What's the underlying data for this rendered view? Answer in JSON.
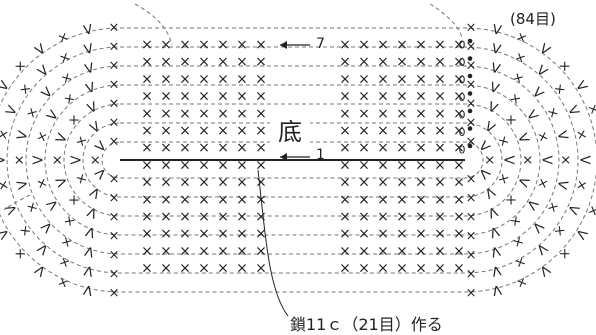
{
  "labels": {
    "stitch_count": "(84目)",
    "center": "底",
    "row_top": "7",
    "row_start": "1",
    "chain_note": "鎖11ｃ（21目）作る"
  },
  "symbols": {
    "single_crochet": "×",
    "increase": "V",
    "slip_stitch": "•",
    "chain_up": "0"
  },
  "colors": {
    "ink": "#222222",
    "guide": "#777777",
    "background": "#ffffff"
  }
}
